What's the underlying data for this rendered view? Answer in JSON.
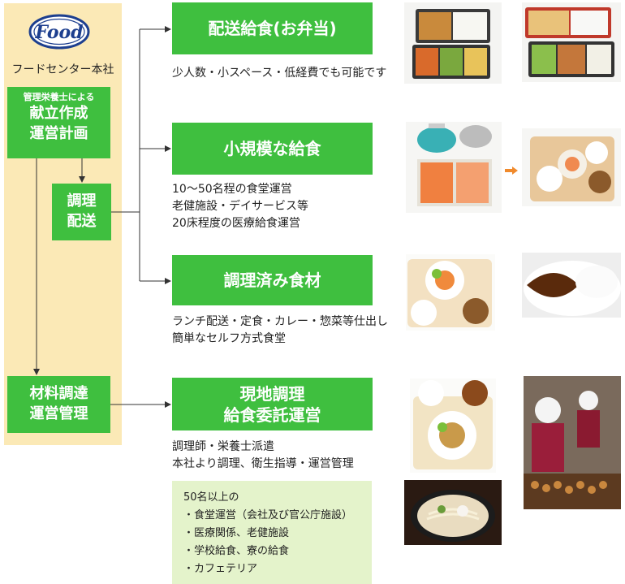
{
  "hq": {
    "logo_text": "Food",
    "name": "フードセンター本社",
    "menu_box": {
      "sub": "管理栄養士による",
      "line1": "献立作成",
      "line2": "運営計画"
    },
    "cook_box": {
      "line1": "調理",
      "line2": "配送"
    },
    "procure_box": {
      "line1": "材料調達",
      "line2": "運営管理"
    }
  },
  "services": [
    {
      "title": "配送給食(お弁当)",
      "desc": [
        "少人数・小スペース・低経費でも可能です"
      ]
    },
    {
      "title": "小規模な給食",
      "desc": [
        "10〜50名程の食堂運営",
        "老健施設・デイサービス等",
        "20床程度の医療給食運営"
      ]
    },
    {
      "title": "調理済み食材",
      "desc": [
        "ランチ配送・定食・カレー・惣菜等仕出し",
        "簡単なセルフ方式食堂"
      ]
    },
    {
      "title_line1": "現地調理",
      "title_line2": "給食委託運営",
      "desc": [
        "調理師・栄養士派遣",
        "本社より調理、衛生指導・運営管理"
      ]
    }
  ],
  "note": {
    "lines": [
      "50名以上の",
      "・食堂運営（会社及び官公庁施設）",
      "・医療関係、老健施設",
      "・学校給食、寮の給食",
      "・カフェテリア"
    ]
  },
  "colors": {
    "panel": "#fbe9b6",
    "green_box": "#3fbf3f",
    "note_bg": "#e4f3cb",
    "accent_arrow": "#f08a2c",
    "logo_blue": "#1d3f8f"
  }
}
